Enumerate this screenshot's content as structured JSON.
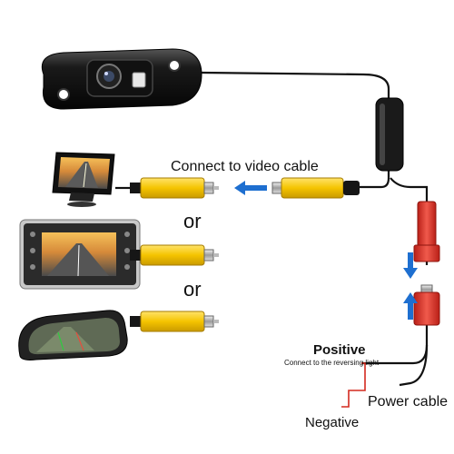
{
  "labels": {
    "connect": "Connect  to video cable",
    "or_first": "or",
    "or_second": "or",
    "positive": "Positive",
    "positive_note": "Connect to the reversing light",
    "power_cable": "Power cable",
    "negative": "Negative"
  },
  "colors": {
    "cable": "#111111",
    "rca_yellow": "#f5c400",
    "power_red": "#e23a2e",
    "arrow_blue": "#1e6fd0",
    "lead_red": "#d42a1f"
  },
  "icons": [
    "rear-camera-icon",
    "dash-monitor-icon",
    "car-stereo-icon",
    "mirror-monitor-icon",
    "rca-plug-icon",
    "dc-plug-icon",
    "arrow-icon"
  ]
}
